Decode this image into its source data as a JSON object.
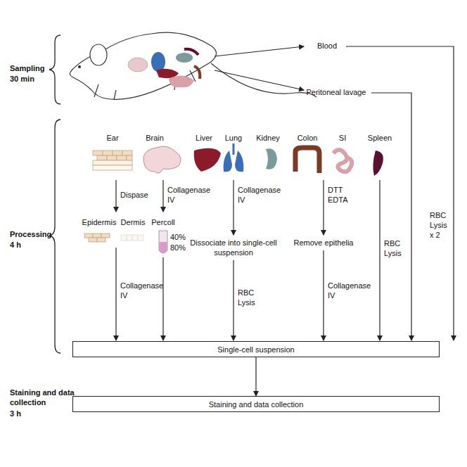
{
  "diagram": {
    "nodes": [
      {
        "text": [
          "Single-cell suspension"
        ]
      },
      {
        "text": [
          "Staining and data collection"
        ]
      }
    ],
    "edges": [
      {
        "from": 0,
        "to": 1,
        "arrow": "to"
      }
    ],
    "labels": [
      "Sampling",
      "30 min",
      "Blood",
      "Peritoneal lavage",
      "Ear",
      "Brain",
      "Liver",
      "Lung",
      "Kidney",
      "Colon",
      "SI",
      "Spleen",
      "Processing",
      "4 h",
      "Dispase",
      "Collagenase IV",
      "Collagenase IV",
      "DTT EDTA",
      "Epidermis",
      "Dermis",
      "Percoll",
      "40%",
      "80%",
      "Dissociate into single-cell suspension",
      "Remove epithelia",
      "RBC Lysis",
      "RBC Lysis x 2",
      "Collagenase IV",
      "RBC Lysis",
      "Collagenase IV",
      "Staining and data collection",
      "3 h"
    ]
  }
}
